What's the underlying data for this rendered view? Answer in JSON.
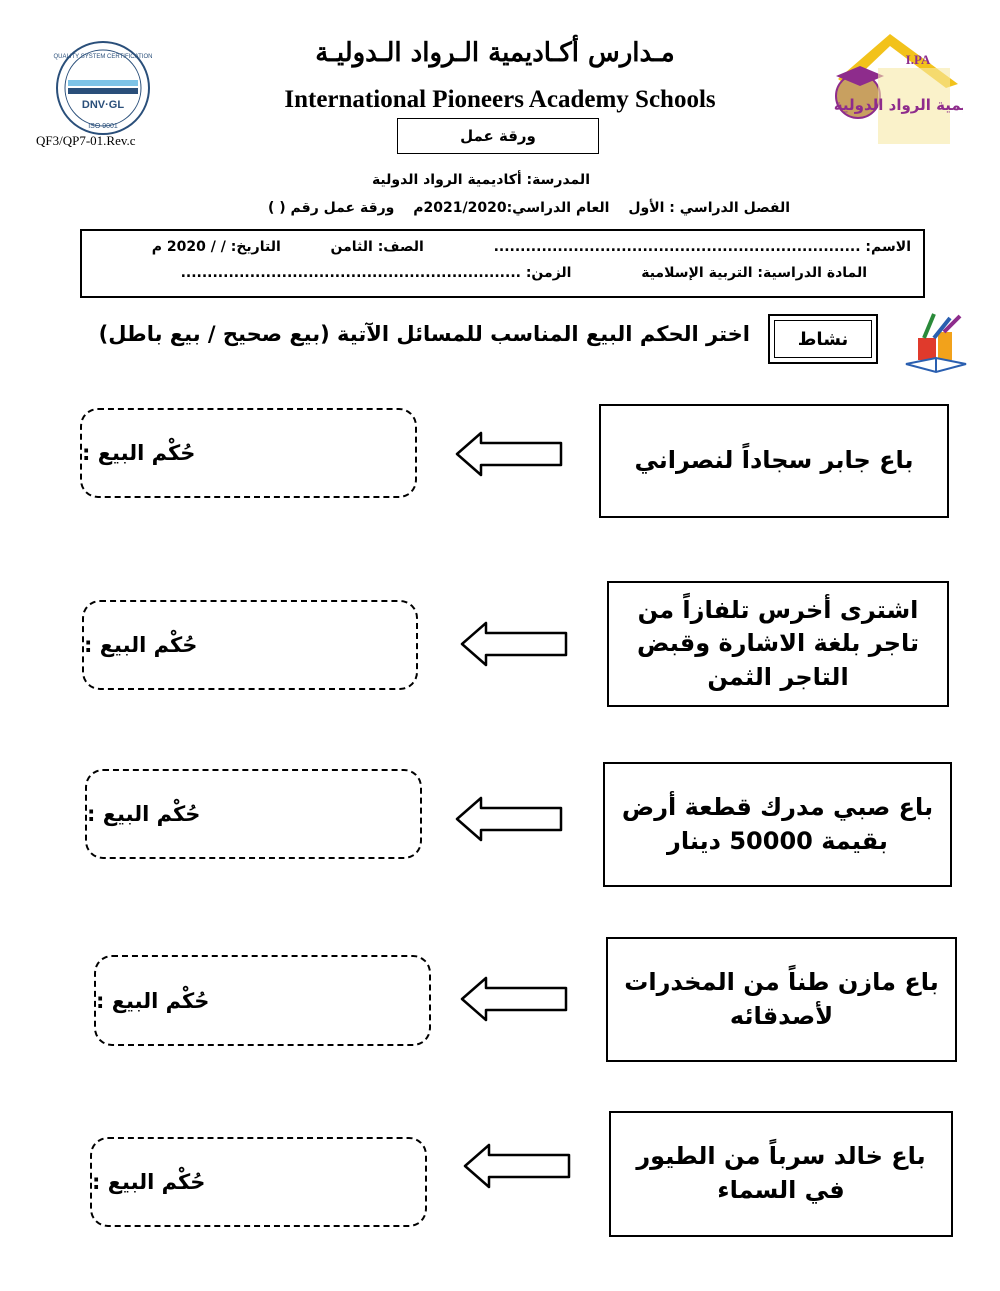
{
  "header": {
    "school_ar": "مـدارس أكـاديمية الـرواد الـدوليـة",
    "school_en": "International Pioneers Academy Schools",
    "worksheet_label": "ورقة عمل",
    "doc_code": "QF3/QP7-01.Rev.c",
    "cert": {
      "top_text": "QUALITY SYSTEM CERTIFICATION",
      "brand": "DNV·GL",
      "standard": "ISO 9001"
    },
    "logo": {
      "initials": "I.PA",
      "text": "أكاديمية الرواد الدولية"
    }
  },
  "school_line": "المدرسة: أكاديمية الرواد الدولية",
  "semester_line": {
    "semester": "الفصل الدراسي :   الأول",
    "year": "العام الدراسي:2021/2020م",
    "number": "ورقة عمل رقم  (            )"
  },
  "student_info": {
    "name": "الاسم: .....................................................................",
    "grade": "الصف:  الثامن",
    "date": "التاريخ:     /     /    2020 م",
    "subject": "المادة الدراسية:  التربية الإسلامية",
    "time": "الزمن: ................................................................"
  },
  "activity": {
    "label": "نشاط",
    "instruction": "اختر الحكم  البيع المناسب للمسائل الآتية (بيع صحيح /  بيع باطل)"
  },
  "questions": [
    {
      "text": "باع جابر سجاداً لنصراني",
      "answer_label": "حُكْم البيع :"
    },
    {
      "text": "اشترى أخرس تلفازاً من تاجر بلغة الاشارة وقبض التاجر الثمن",
      "answer_label": "حُكْم البيع :"
    },
    {
      "text": "باع صبي مدرك قطعة أرض بقيمة 50000 دينار",
      "answer_label": "حُكْم البيع :"
    },
    {
      "text": "باع مازن طناً من المخدرات لأصدقائه",
      "answer_label": "حُكْم البيع :"
    },
    {
      "text": "باع خالد سرباً من الطيور في السماء",
      "answer_label": "حُكْم البيع :"
    }
  ],
  "colors": {
    "logo_purple": "#8e2c8c",
    "logo_yellow": "#f2c21b",
    "cert_blue": "#2a4f7a",
    "cert_light": "#7ec3e6"
  }
}
